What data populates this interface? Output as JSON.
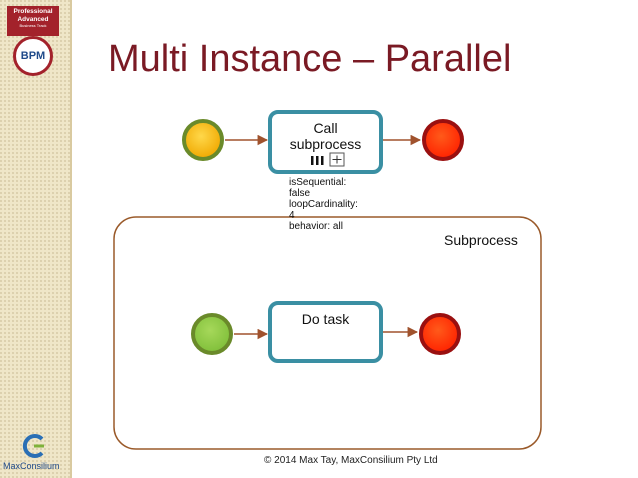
{
  "slide": {
    "title": "Multi Instance – Parallel",
    "footer": "© 2014  Max Tay, MaxConsilium Pty Ltd"
  },
  "badge": {
    "line1": "Professional",
    "line2": "Advanced",
    "line3": "Business Track",
    "seal": "BPM"
  },
  "logo": {
    "text": "MaxConsilium"
  },
  "diagram": {
    "call_task": {
      "label_line1": "Call",
      "label_line2": "subprocess",
      "properties": [
        "isSequential:",
        "false",
        "loopCardinality:",
        "4",
        "behavior:  all"
      ]
    },
    "subprocess": {
      "label": "Subprocess"
    },
    "inner_task": {
      "label": "Do task"
    }
  },
  "colors": {
    "title": "#7a1a24",
    "task_border": "#3a8fa3",
    "subprocess_border": "#9a5a2a",
    "start_outer": "#6a8a2a",
    "start_fill_top": "#f5b800",
    "start_fill_inner": "#8cc63f",
    "end_fill": "#ff3300",
    "end_border": "#9a1010"
  }
}
